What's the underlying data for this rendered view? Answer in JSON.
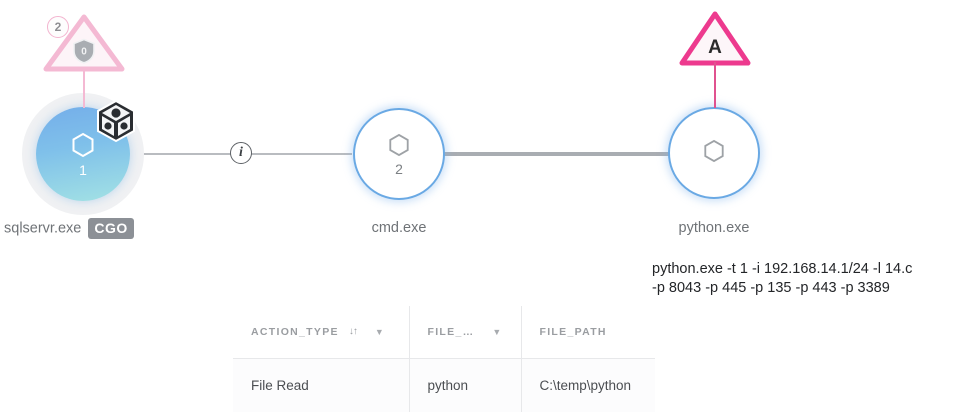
{
  "graph": {
    "nodes": [
      {
        "id": "sqlservr",
        "label": "sqlservr.exe",
        "count": "1",
        "badge": "CGO",
        "shape_icon": "hexagon-icon",
        "overlay_icon": "cube-icon"
      },
      {
        "id": "cmd",
        "label": "cmd.exe",
        "count": "2",
        "shape_icon": "hexagon-icon"
      },
      {
        "id": "python",
        "label": "python.exe",
        "count": "",
        "shape_icon": "hexagon-icon"
      }
    ],
    "edges": [
      {
        "from": "sqlservr",
        "to": "cmd",
        "marker": "i",
        "marker_icon": "info-icon"
      },
      {
        "from": "cmd",
        "to": "python",
        "marker": "",
        "marker_icon": ""
      }
    ],
    "alerts": [
      {
        "id": "alert-sqlservr",
        "letter": "",
        "count": "2",
        "inner_icon": "shield-icon",
        "color": "#f19ec2",
        "muted": true
      },
      {
        "id": "alert-python",
        "letter": "A",
        "count": "",
        "inner_icon": "",
        "color": "#ed3a8e",
        "muted": false
      }
    ]
  },
  "command_line": {
    "line1": "python.exe -t 1 -i 192.168.14.1/24 -l 14.c",
    "line2": "-p 8043 -p 445 -p 135 -p 443 -p 3389"
  },
  "table": {
    "columns": [
      {
        "key": "action_type",
        "label": "ACTION_TYPE",
        "sort_glyph": "↓↑",
        "has_filter": true
      },
      {
        "key": "file_name",
        "label": "FILE_…",
        "sort_glyph": "",
        "has_filter": true
      },
      {
        "key": "file_path",
        "label": "FILE_PATH",
        "sort_glyph": "",
        "has_filter": false
      }
    ],
    "rows": [
      {
        "action_type": "File Read",
        "file_name": "python",
        "file_path": "C:\\temp\\python"
      }
    ]
  },
  "colors": {
    "node_stroke": "#6aa9e4",
    "node_fill_top": "#74aeea",
    "node_fill_bottom": "#a3e2e4",
    "alert_pink": "#ed3a8e",
    "alert_pink_muted": "#f19ec2",
    "badge_gray": "#8c9096",
    "edge_gray": "#b9bcc0",
    "header_text": "#9a9da1"
  }
}
